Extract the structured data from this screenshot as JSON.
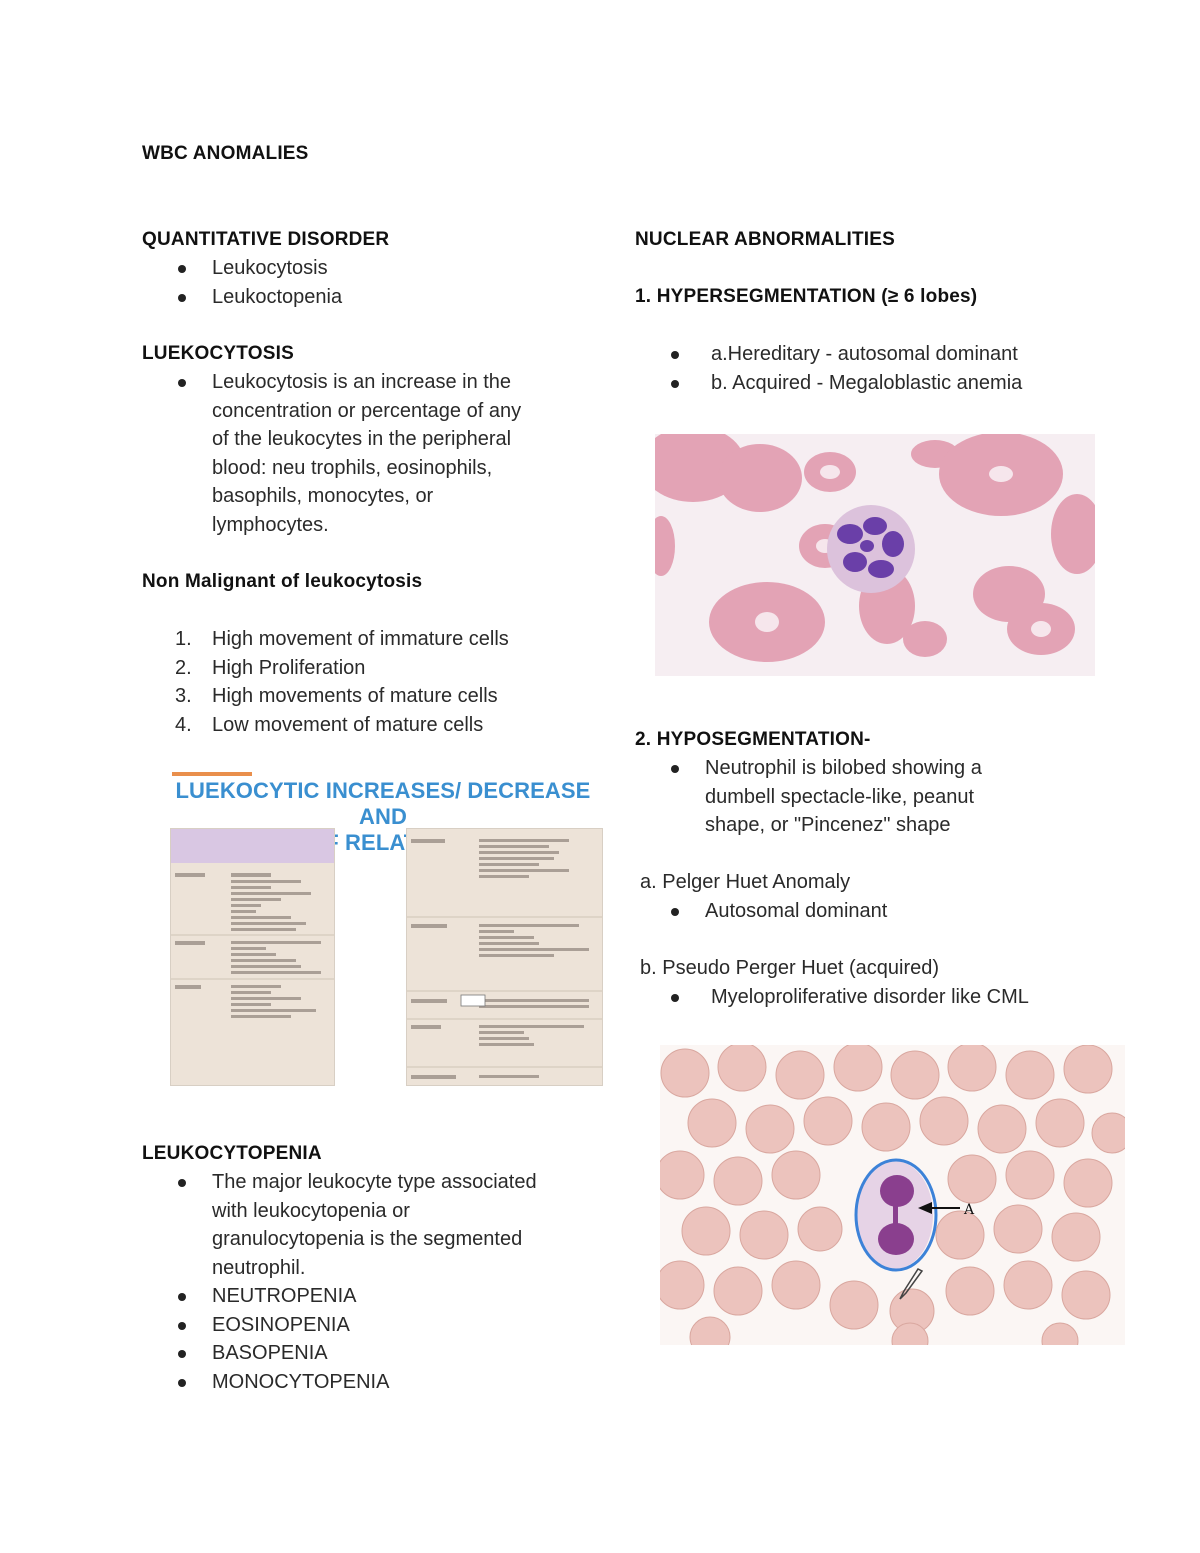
{
  "title": "WBC ANOMALIES",
  "left": {
    "quant_heading": "QUANTITATIVE DISORDER",
    "quant_items": [
      "Leukocytosis",
      "Leukoctopenia"
    ],
    "leukocytosis_heading": "LUEKOCYTOSIS",
    "leukocytosis_lines": [
      "Leukocytosis is an increase in the",
      "concentration or percentage of any",
      "of the leukocytes in the peripheral",
      "blood: neu trophils, eosinophils,",
      "basophils, monocytes, or",
      "lymphocytes."
    ],
    "nonmalignant_heading": "Non Malignant of leukocytosis",
    "nonmalignant_items": [
      {
        "num": "1.",
        "text": "High movement of immature cells"
      },
      {
        "num": "2.",
        "text": "High Proliferation"
      },
      {
        "num": "3.",
        "text": "High movements of mature cells"
      },
      {
        "num": "4.",
        "text": "Low movement of mature cells"
      }
    ],
    "figure_title_line1": "LUEKOCYTIC INCREASES/ DECREASE AND",
    "figure_title_line2": "EXAMPLES OF RELATED DISORDERS",
    "leukocytopenia_heading": "LEUKOCYTOPENIA",
    "leukocytopenia_lines": [
      "The major leukocyte type associated",
      "with leukocytopenia or",
      "granulocytopenia is the segmented",
      "neutrophil."
    ],
    "leukocytopenia_items": [
      "NEUTROPENIA",
      "EOSINOPENIA",
      "BASOPENIA",
      "MONOCYTOPENIA"
    ]
  },
  "right": {
    "nuclear_heading": "NUCLEAR ABNORMALITIES",
    "hyper_heading": "1. HYPERSEGMENTATION (≥ 6 lobes)",
    "hyper_items": [
      "a.Hereditary - autosomal dominant",
      "b. Acquired - Megaloblastic anemia"
    ],
    "hypo_heading": "2. HYPOSEGMENTATION-",
    "hypo_lines": [
      "Neutrophil is bilobed showing a",
      "dumbell spectacle-like, peanut",
      "shape, or \"Pincenez\" shape"
    ],
    "pelger_heading": "a. Pelger Huet Anomaly",
    "pelger_items": [
      "Autosomal dominant"
    ],
    "pseudo_heading": "b. Pseudo Perger Huet (acquired)",
    "pseudo_items": [
      "Myeloproliferative disorder like CML"
    ],
    "figure2_label": "A"
  },
  "colors": {
    "figure_title": "#3a8fd0",
    "figure_accent_bar": "#e98f4c",
    "table_header": "#d9c7e3",
    "rbc": "#e3a3b5",
    "nucleus": "#6a3fa8",
    "annotation_circle": "#3c82d8"
  }
}
